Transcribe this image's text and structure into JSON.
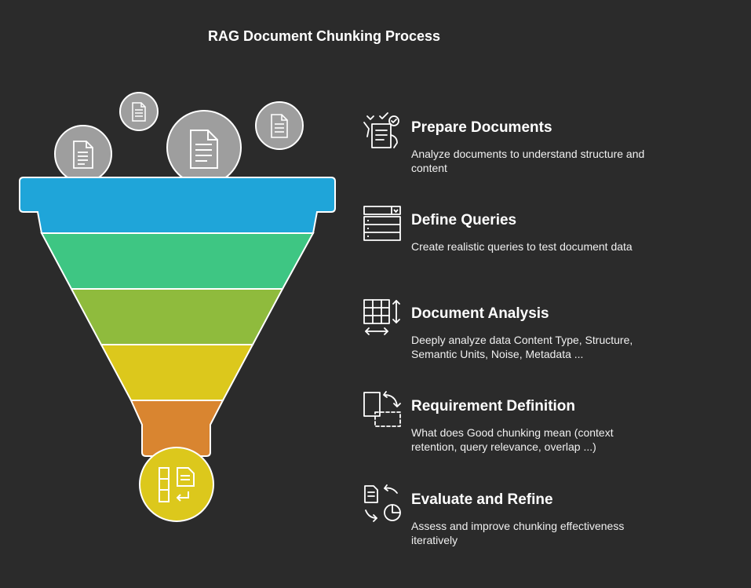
{
  "title": "RAG Document Chunking Process",
  "colors": {
    "background": "#2b2b2b",
    "layer_1": "#1fa5d9",
    "layer_2": "#3ec683",
    "layer_3": "#8fbb3d",
    "layer_4": "#dcc81c",
    "layer_5": "#d98530",
    "output_circle": "#dcc81c",
    "doc_circle": "#9e9e9e"
  },
  "steps": [
    {
      "title": "Prepare Documents",
      "description": "Analyze documents to understand structure and content",
      "icon": "clipboard-check-icon"
    },
    {
      "title": "Define Queries",
      "description": "Create realistic queries to test document data",
      "icon": "list-dropdown-icon"
    },
    {
      "title": "Document Analysis",
      "description": "Deeply analyze data Content Type, Structure, Semantic Units, Noise, Metadata ...",
      "icon": "table-resize-icon"
    },
    {
      "title": "Requirement Definition",
      "description": "What does Good chunking mean (context retention, query relevance, overlap ...)",
      "icon": "swap-frames-icon"
    },
    {
      "title": "Evaluate and Refine",
      "description": "Assess and improve chunking effectiveness iteratively",
      "icon": "cycle-chart-icon"
    }
  ]
}
